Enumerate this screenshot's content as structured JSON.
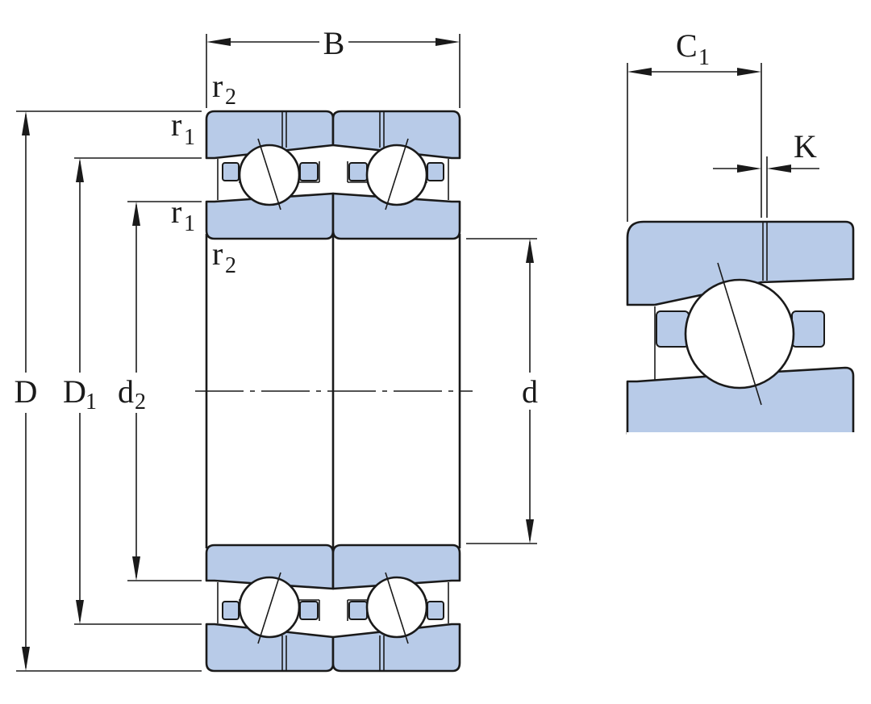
{
  "colors": {
    "ring_fill": "#b8cbe8",
    "ball_fill": "#ffffff",
    "line": "#1a1a1a"
  },
  "labels": {
    "B": "B",
    "C": "C",
    "C_sub": "1",
    "K": "K",
    "r": "r",
    "r1_sub": "1",
    "r2_sub": "2",
    "D": "D",
    "D1": "D",
    "D1_sub": "1",
    "d2": "d",
    "d2_sub": "2",
    "d": "d"
  }
}
